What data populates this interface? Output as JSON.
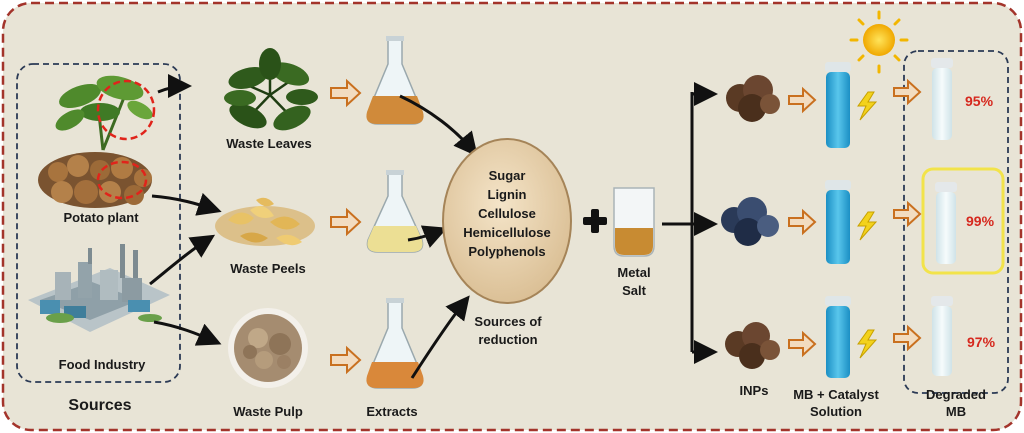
{
  "sources": {
    "group_label": "Sources",
    "potato_plant": "Potato plant",
    "food_industry": "Food Industry"
  },
  "waste": {
    "leaves": "Waste Leaves",
    "peels": "Waste Peels",
    "pulp": "Waste Pulp"
  },
  "extracts_label": "Extracts",
  "reduction": {
    "compounds": [
      "Sugar",
      "Lignin",
      "Cellulose",
      "Hemicellulose",
      "Polyphenols"
    ],
    "caption_line1": "Sources of",
    "caption_line2": "reduction"
  },
  "metal_salt": {
    "line1": "Metal",
    "line2": "Salt"
  },
  "inps_label": "INPs",
  "mb_catalyst": {
    "line1": "MB + Catalyst",
    "line2": "Solution"
  },
  "degraded": {
    "line1": "Degraded",
    "line2": "MB"
  },
  "degradation_percentages": [
    "95%",
    "99%",
    "97%"
  ],
  "colors": {
    "frame_border": "#a3342b",
    "background": "#e8e4d6",
    "arrow_orange": "#c9701f",
    "percent_red": "#d6281e",
    "highlight_yellow": "#f2e34a",
    "solution_blue": "#2aa6d6",
    "extract_amber": "#d08a3a"
  },
  "icons": [
    "sun-icon",
    "lightning-icon",
    "plus-icon",
    "flask-icon",
    "vial-icon",
    "beaker-icon"
  ]
}
